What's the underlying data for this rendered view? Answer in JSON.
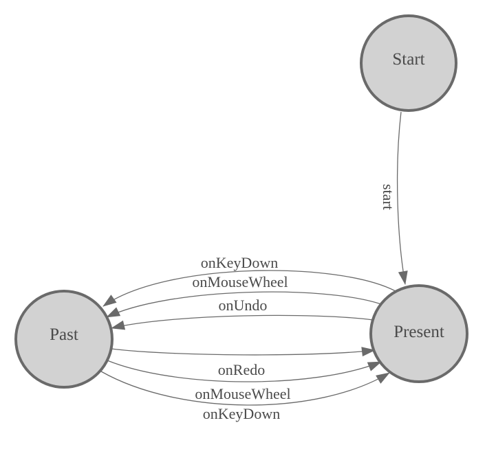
{
  "diagram": {
    "type": "finite-state-machine",
    "colors": {
      "background": "#ffffff",
      "node_fill": "#d2d2d2",
      "node_stroke": "#6a6a6a",
      "edge_stroke": "#6a6a6a",
      "label_color": "#4a4a4a"
    },
    "states": [
      {
        "id": "start",
        "label": "Start"
      },
      {
        "id": "past",
        "label": "Past"
      },
      {
        "id": "present",
        "label": "Present"
      }
    ],
    "transitions": [
      {
        "from": "Start",
        "to": "Present",
        "label": "start"
      },
      {
        "from": "Present",
        "to": "Past",
        "label": "onKeyDown"
      },
      {
        "from": "Present",
        "to": "Past",
        "label": "onMouseWheel"
      },
      {
        "from": "Present",
        "to": "Past",
        "label": "onUndo"
      },
      {
        "from": "Past",
        "to": "Present",
        "label": "onRedo"
      },
      {
        "from": "Past",
        "to": "Present",
        "label": "onMouseWheel"
      },
      {
        "from": "Past",
        "to": "Present",
        "label": "onKeyDown"
      }
    ]
  }
}
